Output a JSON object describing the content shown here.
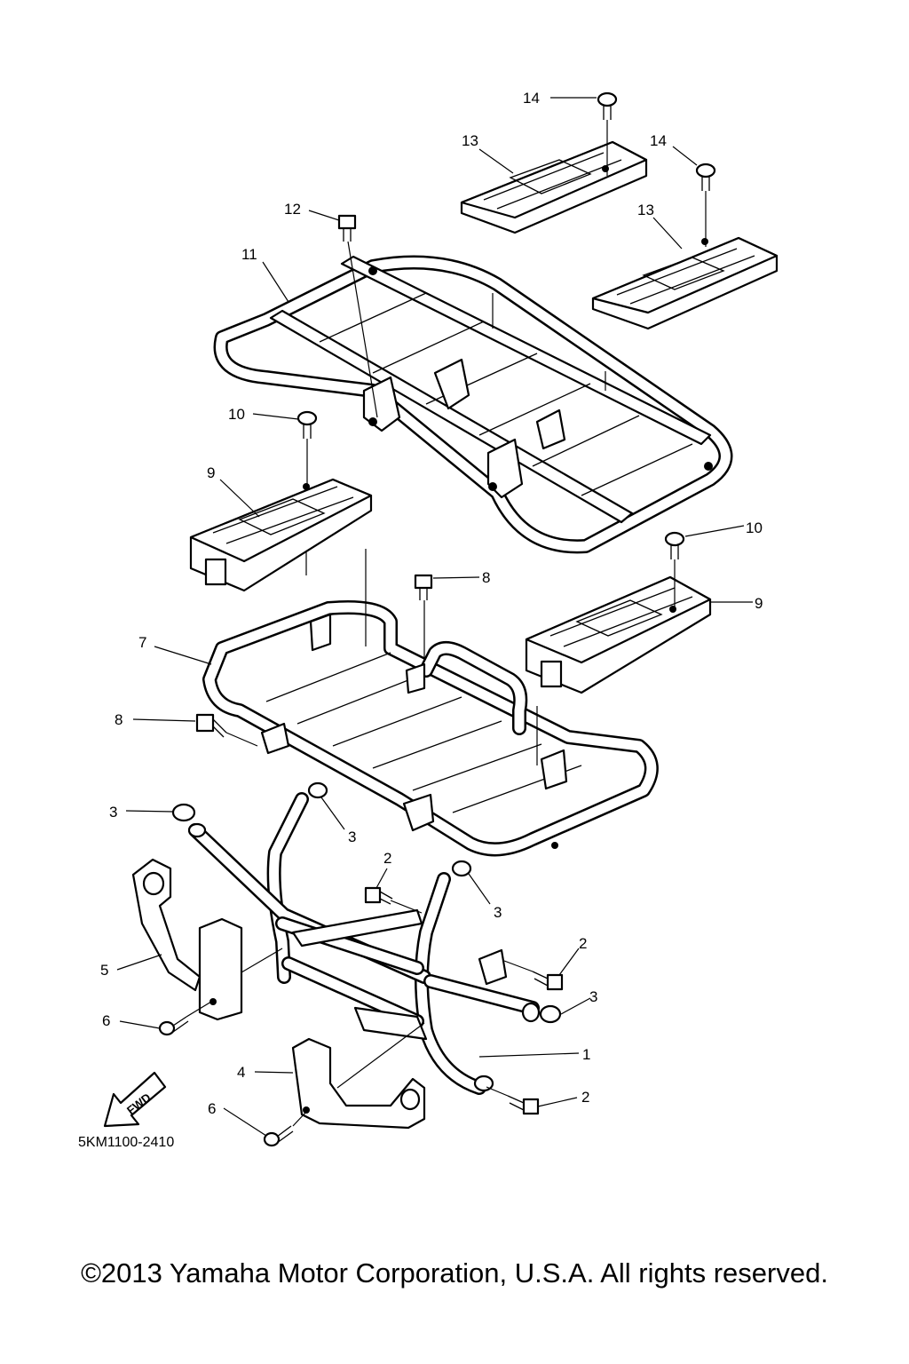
{
  "diagram": {
    "code": "5KM1100-2410",
    "fwd_label": "FWD",
    "callouts": [
      "14",
      "13",
      "14",
      "12",
      "13",
      "11",
      "10",
      "9",
      "10",
      "8",
      "9",
      "7",
      "8",
      "3",
      "3",
      "2",
      "3",
      "2",
      "5",
      "3",
      "6",
      "1",
      "4",
      "2",
      "6"
    ]
  },
  "footer": {
    "copyright": "©2013 Yamaha Motor Corporation, U.S.A. All rights reserved."
  }
}
